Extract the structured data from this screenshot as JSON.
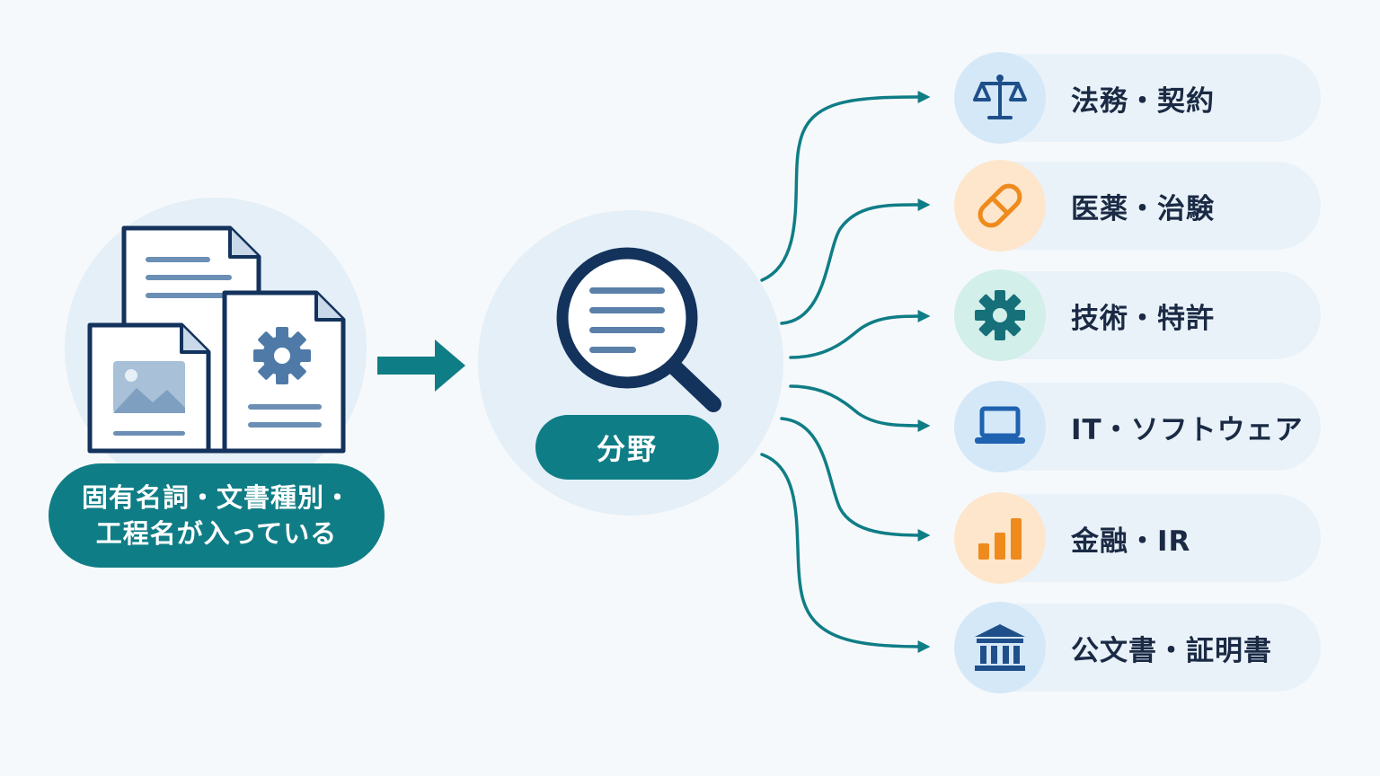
{
  "source": {
    "label_line1": "固有名詞・文書種別・",
    "label_line2": "工程名が入っている"
  },
  "center": {
    "label": "分野"
  },
  "categories": [
    {
      "label": "法務・契約",
      "icon": "scales-icon",
      "icon_bg": "#d5e8f8",
      "icon_color": "#1f4f8a"
    },
    {
      "label": "医薬・治験",
      "icon": "pill-icon",
      "icon_bg": "#fde6cc",
      "icon_color": "#ef8a1c"
    },
    {
      "label": "技術・特許",
      "icon": "gear-icon",
      "icon_bg": "#d2efe9",
      "icon_color": "#16707a"
    },
    {
      "label": "IT・ソフトウェア",
      "icon": "laptop-icon",
      "icon_bg": "#d5e8f8",
      "icon_color": "#1f62b0"
    },
    {
      "label": "金融・IR",
      "icon": "bar-chart-icon",
      "icon_bg": "#fde6cc",
      "icon_color": "#ef8a1c"
    },
    {
      "label": "公文書・証明書",
      "icon": "government-building-icon",
      "icon_bg": "#d5e8f8",
      "icon_color": "#1f4f8a"
    }
  ],
  "colors": {
    "teal": "#0f7d86",
    "navy": "#13325c",
    "doc_line": "#6b8fb5",
    "background": "#f6f9fb"
  }
}
